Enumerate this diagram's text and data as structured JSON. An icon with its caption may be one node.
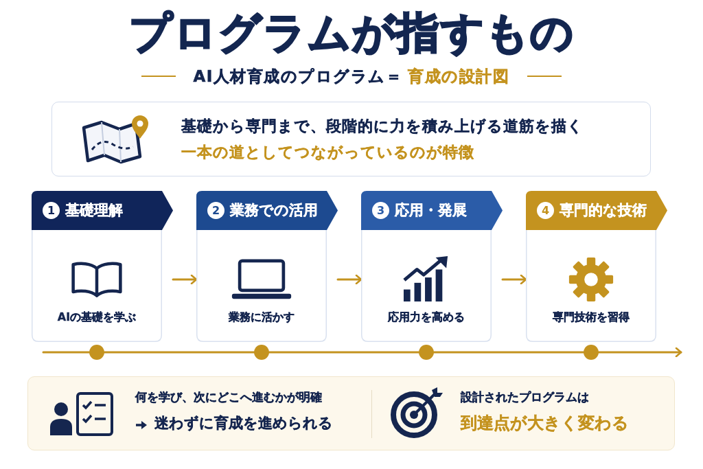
{
  "diagram": {
    "title": "プログラムが指すもの",
    "nodes": [
      {
        "text": [
          "基礎から専門まで、段階的に力を積み上げる道筋を描く",
          "一本の道としてつながっているのが特徴"
        ]
      },
      {
        "text": [
          "1",
          "基礎理解",
          "AIの基礎を学ぶ"
        ]
      },
      {
        "text": [
          "2",
          "業務での活用",
          "業務に活かす"
        ]
      },
      {
        "text": [
          "3",
          "応用・発展",
          "応用力を高める"
        ]
      },
      {
        "text": [
          "4",
          "専門的な技術",
          "専門技術を習得"
        ]
      },
      {
        "text": [],
        "shape": "circle"
      },
      {
        "text": [],
        "shape": "circle"
      },
      {
        "text": [],
        "shape": "circle"
      },
      {
        "text": [],
        "shape": "circle"
      },
      {
        "text": [
          "何を学び、次にどこへ進むかが明確",
          "迷わずに育成を進められる",
          "設計されたプログラムは",
          "到達点が大きく変わる"
        ]
      }
    ],
    "edges": [
      {
        "from": 1,
        "to": 2,
        "arrow": "to"
      },
      {
        "from": 2,
        "to": 3,
        "arrow": "to"
      },
      {
        "from": 3,
        "to": 4,
        "arrow": "to"
      },
      {
        "from": null,
        "to": 5,
        "arrow": "none"
      },
      {
        "from": 5,
        "to": 6,
        "arrow": "none"
      },
      {
        "from": 6,
        "to": 7,
        "arrow": "none"
      },
      {
        "from": 7,
        "to": 8,
        "arrow": "none"
      },
      {
        "from": 8,
        "to": null,
        "arrow": "to"
      }
    ],
    "labels": [
      "AI人材育成のプログラム＝",
      "育成の設計図"
    ]
  }
}
